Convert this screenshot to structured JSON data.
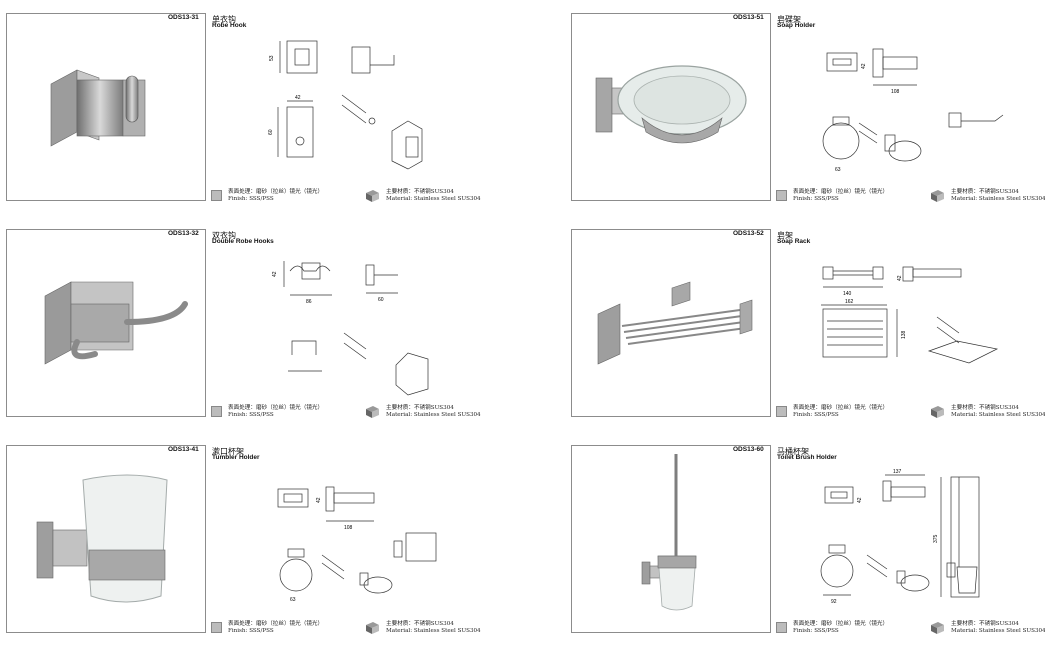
{
  "footer": {
    "finish_cn": "表面处理：磨砂（拉丝）镜光（镜光）",
    "finish_en": "Finish: SSS/PSS",
    "material_cn": "主要材质：不锈钢SUS304",
    "material_en": "Material: Stainless Steel SUS304"
  },
  "products": [
    {
      "code": "ODS13-31",
      "name_cn": "单衣钩",
      "name_en": "Robe Hook",
      "dims": [
        "53",
        "42",
        "60"
      ]
    },
    {
      "code": "ODS13-51",
      "name_cn": "皂碟架",
      "name_en": "Soap Holder",
      "dims": [
        "42",
        "108",
        "63"
      ]
    },
    {
      "code": "ODS13-32",
      "name_cn": "双衣钩",
      "name_en": "Double Robe Hooks",
      "dims": [
        "42",
        "86",
        "60"
      ]
    },
    {
      "code": "ODS13-52",
      "name_cn": "皂架",
      "name_en": "Soap Rack",
      "dims": [
        "140",
        "42",
        "162",
        "138"
      ]
    },
    {
      "code": "ODS13-41",
      "name_cn": "漱口杯架",
      "name_en": "Tumbler Holder",
      "dims": [
        "42",
        "108",
        "63"
      ]
    },
    {
      "code": "ODS13-60",
      "name_cn": "马桶杯架",
      "name_en": "Toilet Brush Holder",
      "dims": [
        "137",
        "42",
        "375",
        "92"
      ]
    }
  ],
  "colors": {
    "frame": "#8c8c8c",
    "steel": "#9a9a9a",
    "swatch": "#bcbcbc"
  }
}
